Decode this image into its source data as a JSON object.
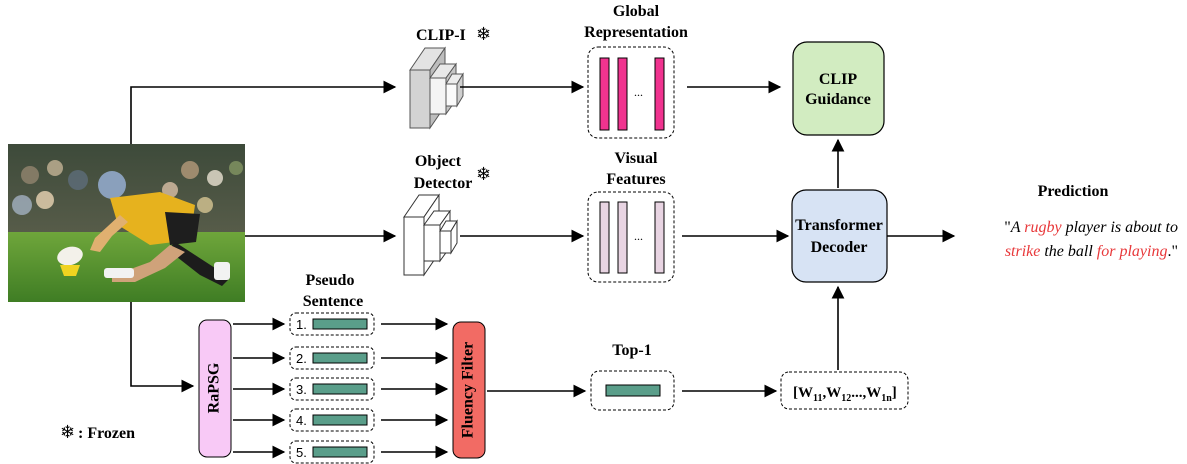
{
  "labels": {
    "clip_i": "CLIP-I",
    "global_1": "Global",
    "global_2": "Representation",
    "clip_guid_1": "CLIP",
    "clip_guid_2": "Guidance",
    "object_1": "Object",
    "object_2": "Detector",
    "visual_1": "Visual",
    "visual_2": "Features",
    "transformer_1": "Transformer",
    "transformer_2": "Decoder",
    "prediction_title": "Prediction",
    "pseudo_1": "Pseudo",
    "pseudo_2": "Sentence",
    "rapsg": "RaPSG",
    "fluency": "Fluency Filter",
    "top1": "Top-1",
    "frozen_legend": ": Frozen",
    "ellipsis": "...",
    "snowflake": "❄"
  },
  "token_seq": {
    "open": "[W",
    "s1": "11",
    "sep1": ",W",
    "s2": "12",
    "sep2": "...,W",
    "s3": "1n",
    "close": "]"
  },
  "pseudo_items": [
    "1.",
    "2.",
    "3.",
    "4.",
    "5."
  ],
  "prediction": {
    "q1": "\"",
    "p1": "A ",
    "p2": "rugby",
    "p3": " player is about to",
    "p4": "strike",
    "p5": " the ball ",
    "p6": "for playing",
    "p7": ".\""
  },
  "colors": {
    "clip_fill": "#d2ecc1",
    "transformer_fill": "#d7e3f4",
    "global_bar": "#f0338f",
    "visual_bar": "#e8d4e2",
    "rapsg_fill": "#f8c9f6",
    "fluency_fill": "#f26b64",
    "sentence_bar": "#5a9e8a",
    "highlight_red": "#e8383a"
  },
  "icons": [
    "snowflake-icon",
    "photo-rugby-player",
    "cube-stack-icon"
  ]
}
